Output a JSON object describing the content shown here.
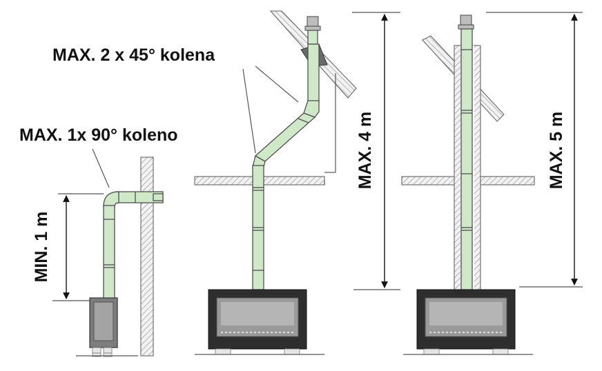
{
  "labels": {
    "elbows_45": "MAX. 2 x 45° kolena",
    "elbow_90": "MAX. 1x 90° koleno",
    "min_height": "MIN. 1 m",
    "max_4m": "MAX. 4 m",
    "max_5m": "MAX. 5 m"
  },
  "colors": {
    "pipe_fill": "#cfe8c8",
    "outline": "#4d4d4d",
    "stove_frame": "#2e2e2e",
    "stove_glass": "#9a9a9a"
  }
}
